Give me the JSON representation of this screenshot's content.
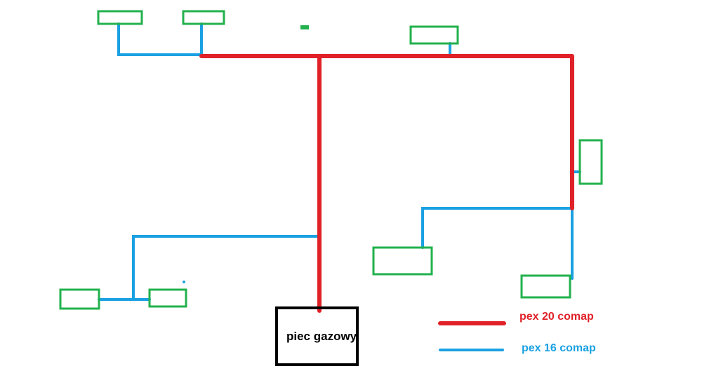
{
  "boiler": {
    "label": "piec gazowy"
  },
  "legend": [
    {
      "label": "pex 20 comap",
      "color": "#e02128"
    },
    {
      "label": "pex 16 comap",
      "color": "#1ba1e2"
    }
  ],
  "colors": {
    "radiator": "#22b14c",
    "boiler": "#000000"
  }
}
